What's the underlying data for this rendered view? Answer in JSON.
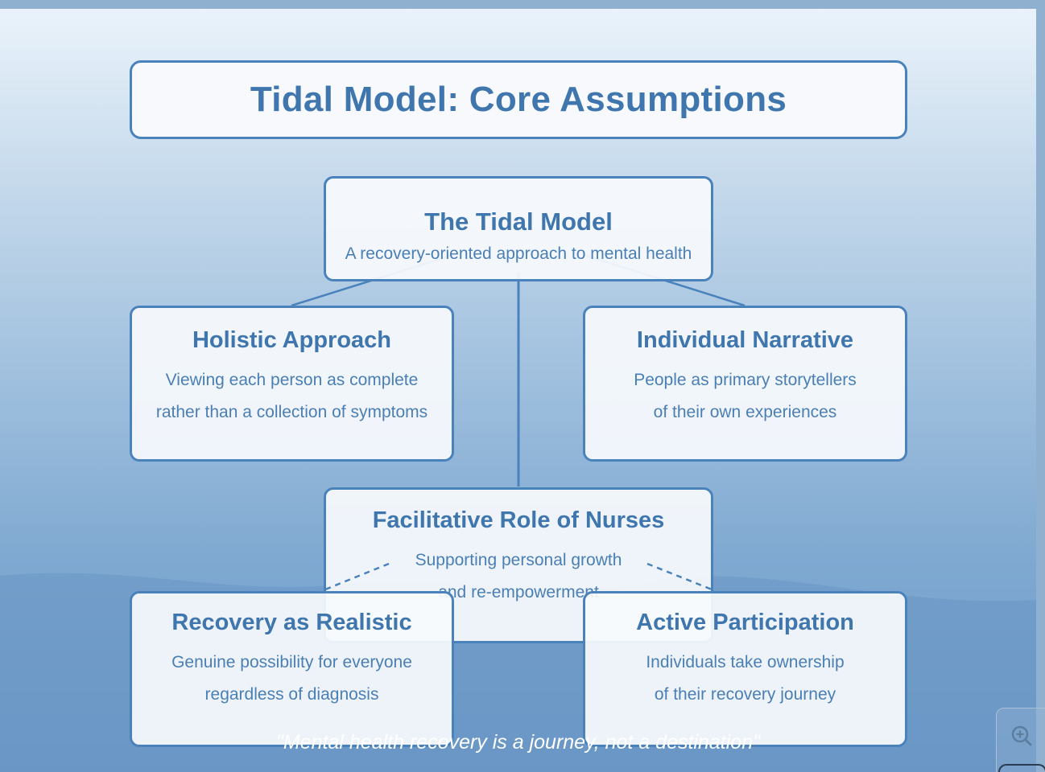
{
  "title": "Tidal Model: Core Assumptions",
  "root": {
    "heading": "The Tidal Model",
    "description": "A recovery-oriented approach to mental health"
  },
  "nodes": {
    "holistic": {
      "heading": "Holistic Approach",
      "lines": [
        "Viewing each person as complete",
        "rather than a collection of symptoms"
      ]
    },
    "narrative": {
      "heading": "Individual Narrative",
      "lines": [
        "People as primary storytellers",
        "of their own experiences"
      ]
    },
    "facilitative": {
      "heading": "Facilitative Role of Nurses",
      "lines": [
        "Supporting personal growth",
        "and re-empowerment"
      ]
    },
    "recovery": {
      "heading": "Recovery as Realistic",
      "lines": [
        "Genuine possibility for everyone",
        "regardless of diagnosis"
      ]
    },
    "participation": {
      "heading": "Active Participation",
      "lines": [
        "Individuals take ownership",
        "of their recovery journey"
      ]
    }
  },
  "quote": "\"Mental health recovery is a journey, not a destination\"",
  "controls": {
    "zoom_icon": "zoom-in-icon"
  },
  "colors": {
    "accent": "#3f76ad",
    "border": "#4a82bc",
    "card_bg": "#f7f9fc",
    "quote_text": "#ffffff"
  }
}
